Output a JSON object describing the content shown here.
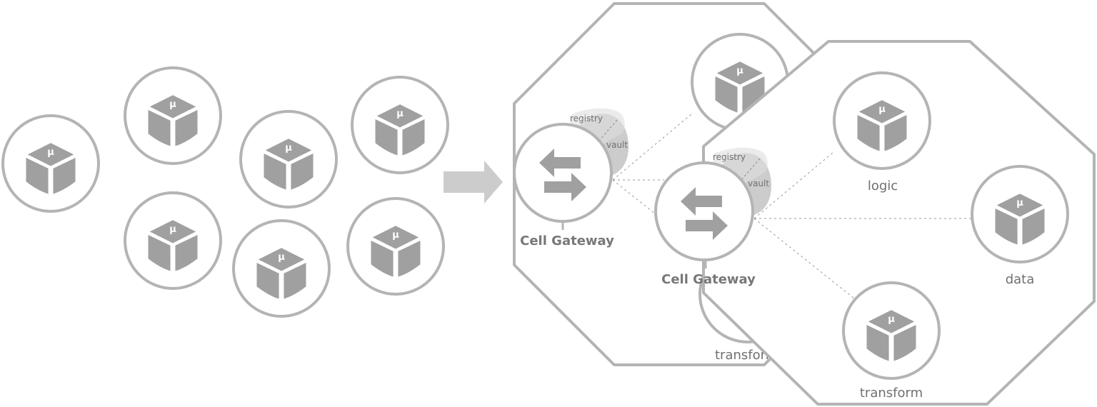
{
  "icons": {
    "microservice": "microservice-cube-icon",
    "gateway": "bidirectional-arrows-icon",
    "transition": "right-arrow-icon"
  },
  "colors": {
    "stroke": "#b4b4b4",
    "fill_icon": "#a0a0a0",
    "arrow": "#cccccc",
    "text": "#777777"
  },
  "loose_microservices": {
    "count": 7,
    "symbol": "μ"
  },
  "cell_back": {
    "gateway_label": "Cell Gateway",
    "registry_label": "registry",
    "vault_label": "vault",
    "service_label": "transform",
    "symbol": "μ"
  },
  "cell_front": {
    "gateway_label": "Cell Gateway",
    "registry_label": "registry",
    "vault_label": "vault",
    "symbol": "μ",
    "services": [
      {
        "label": "logic"
      },
      {
        "label": "data"
      },
      {
        "label": "transform"
      }
    ]
  }
}
